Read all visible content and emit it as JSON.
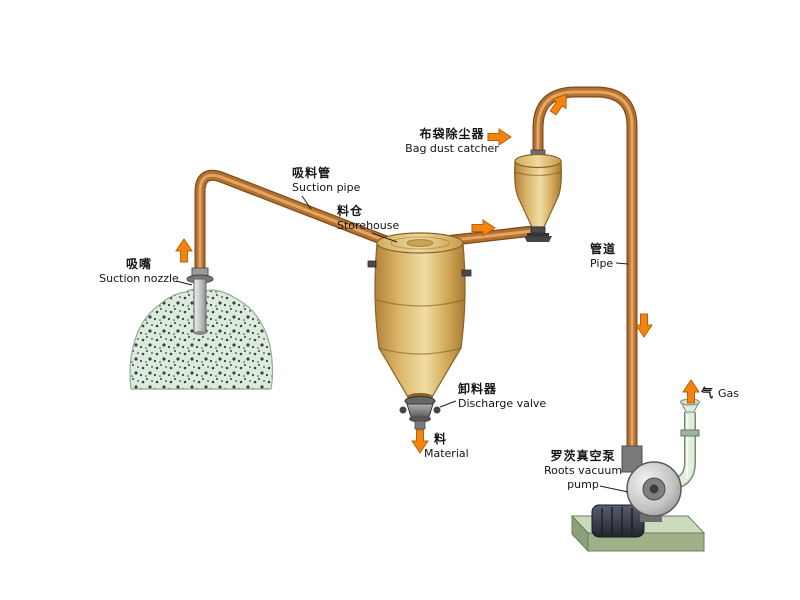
{
  "diagram": {
    "name": "pneumatic-vacuum-conveying-system",
    "labels": {
      "suction_pipe": {
        "zh": "吸料管",
        "en": "Suction pipe"
      },
      "suction_nozzle": {
        "zh": "吸嘴",
        "en": "Suction nozzle"
      },
      "storehouse": {
        "zh": "料仓",
        "en": "Storehouse"
      },
      "bag_dust_catcher": {
        "zh": "布袋除尘器",
        "en": "Bag dust catcher"
      },
      "pipe": {
        "zh": "管道",
        "en": "Pipe"
      },
      "discharge_valve": {
        "zh": "卸料器",
        "en": "Discharge valve"
      },
      "material": {
        "zh": "料",
        "en": "Material"
      },
      "roots_vacuum_pump": {
        "zh": "罗茨真空泵",
        "en": "Roots vacuum pump"
      },
      "gas": {
        "zh": "气",
        "en": "Gas"
      }
    },
    "flow_arrows": [
      {
        "name": "nozzle-flow-arrow",
        "direction": "up"
      },
      {
        "name": "dust-catcher-inlet-arrow",
        "direction": "right"
      },
      {
        "name": "storehouse-outlet-arrow",
        "direction": "right"
      },
      {
        "name": "riser-flow-arrow",
        "direction": "up-right"
      },
      {
        "name": "downpipe-flow-arrow",
        "direction": "down"
      },
      {
        "name": "material-discharge-arrow",
        "direction": "down"
      },
      {
        "name": "gas-outlet-arrow",
        "direction": "up"
      }
    ],
    "colors": {
      "pipe_copper": "#b5722e",
      "vessel_tan": "#d9b367",
      "flow_arrow_orange": "#f28511",
      "material_pile_green": "#dfeade",
      "pump_base_green": "#ccdabc",
      "background": "#ffffff"
    }
  }
}
